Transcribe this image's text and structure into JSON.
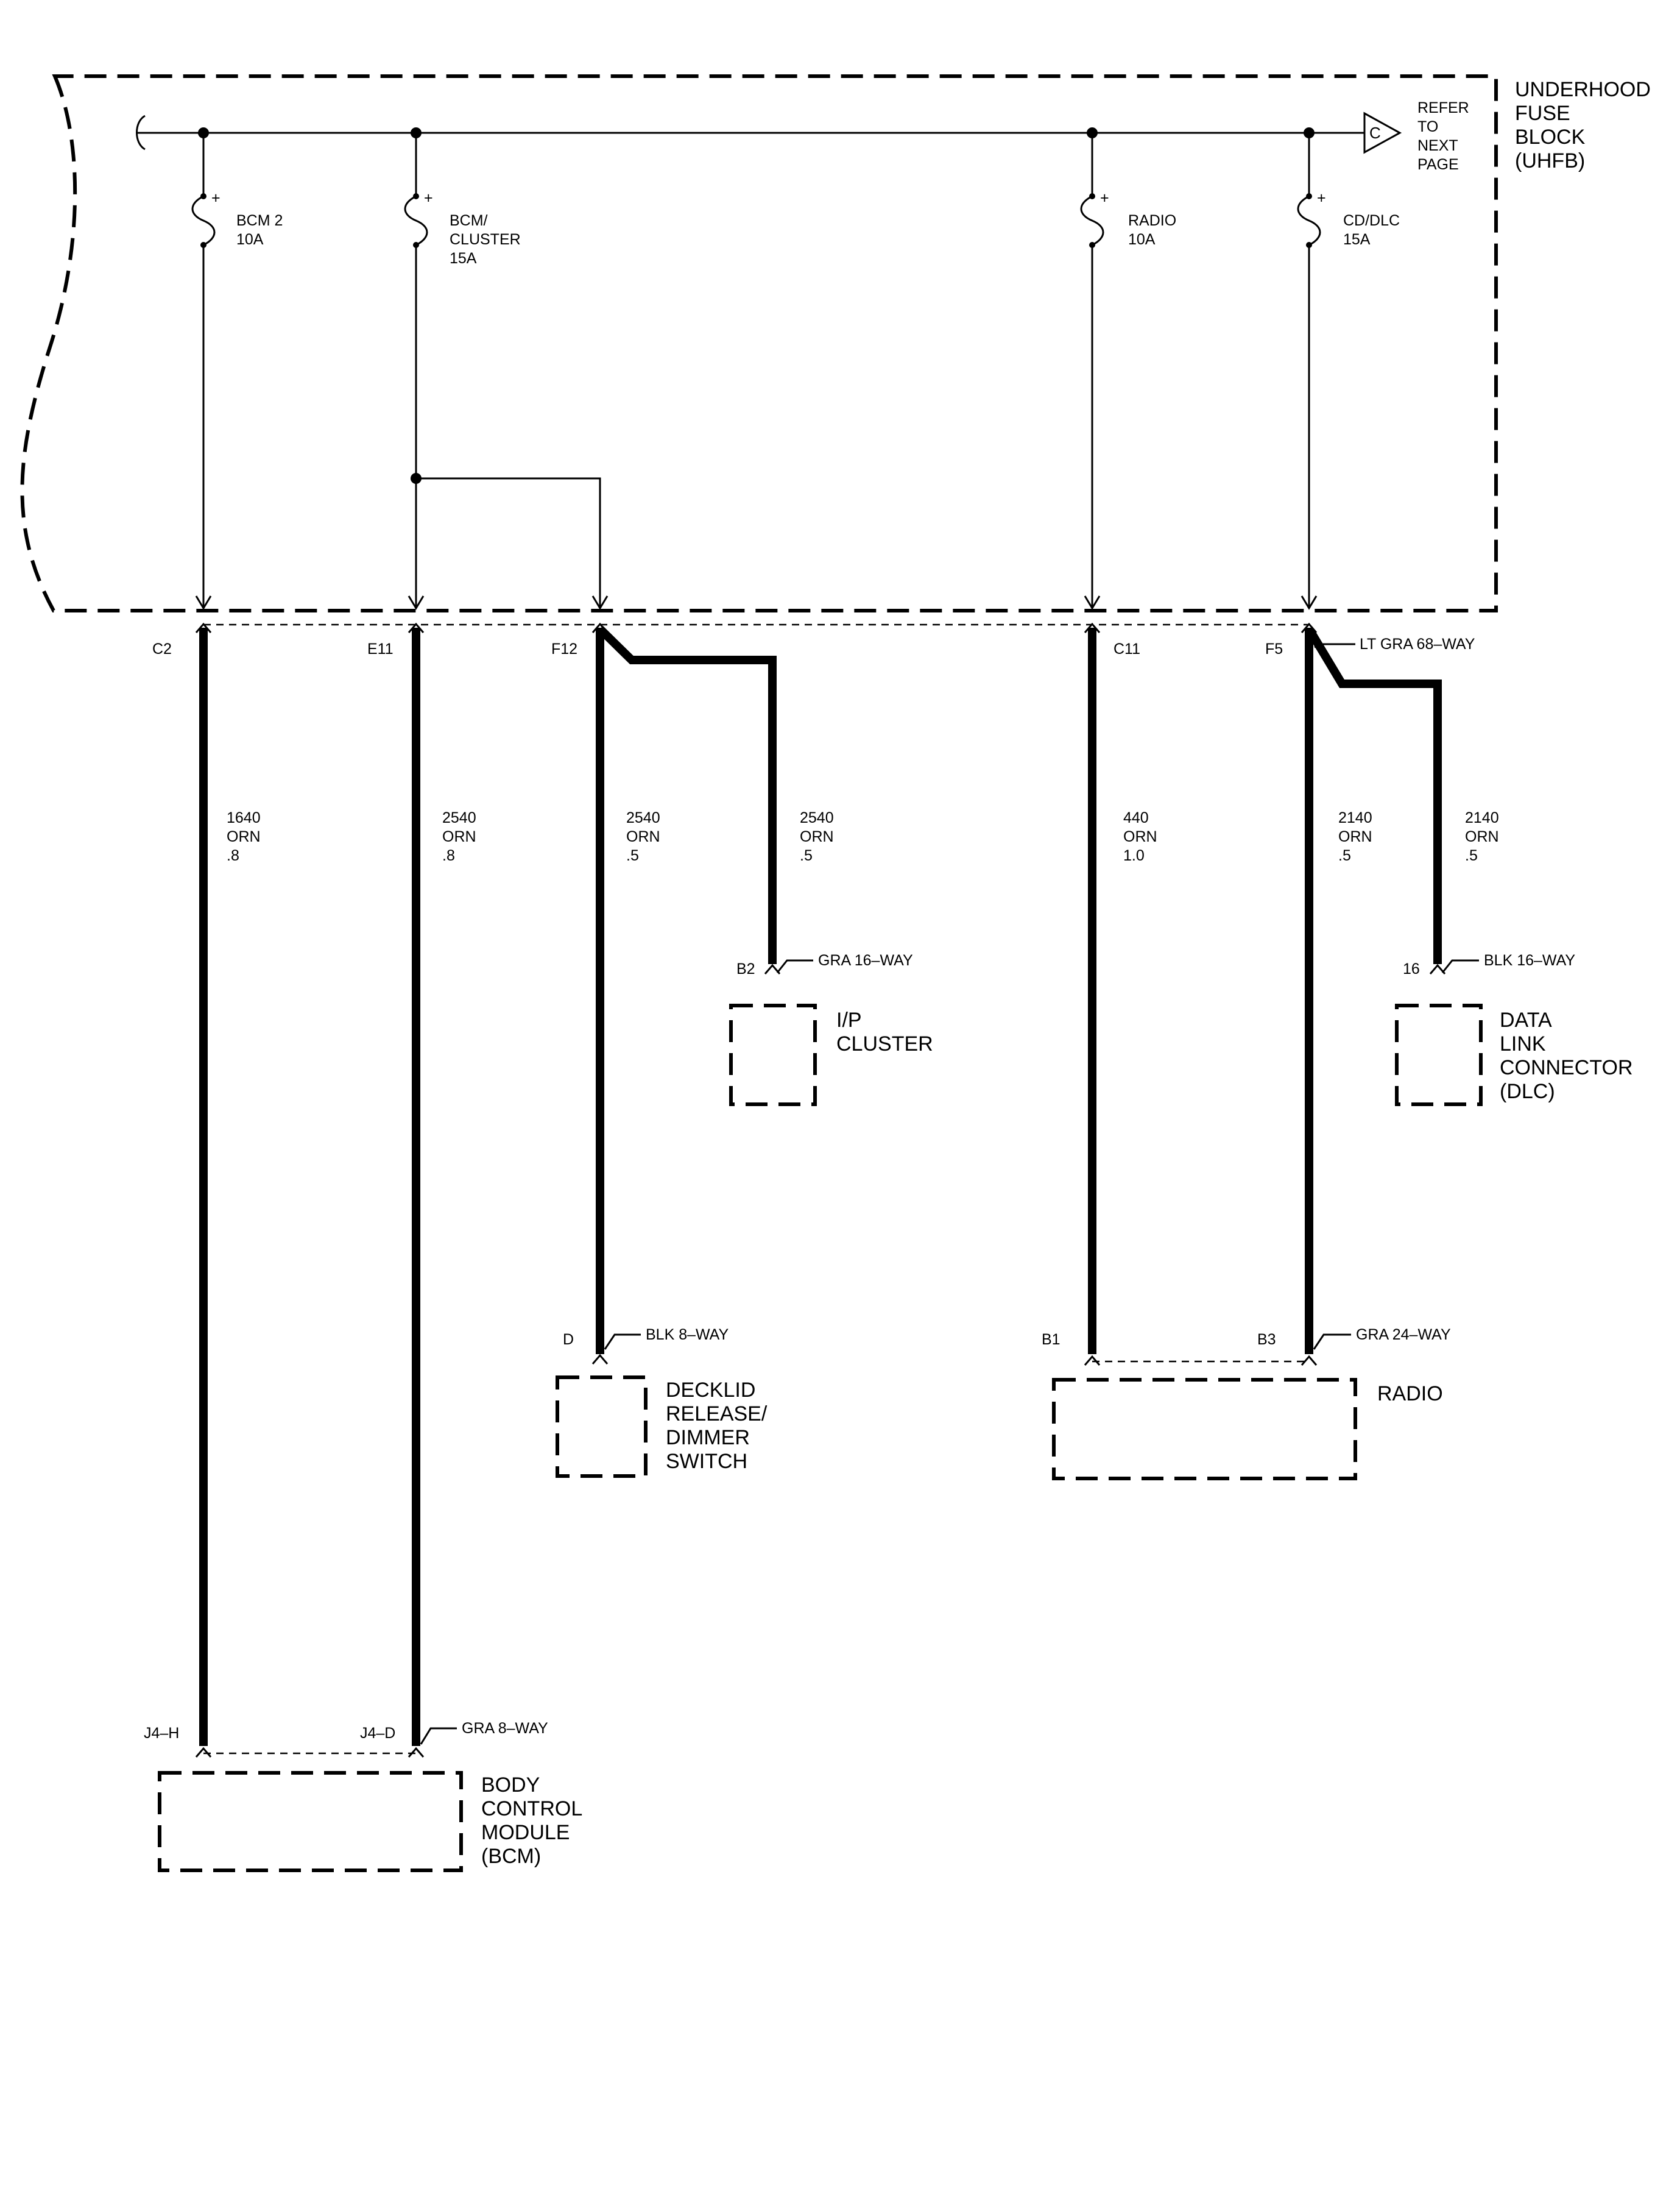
{
  "fuse_block": {
    "name_lines": [
      "UNDERHOOD",
      "FUSE",
      "BLOCK",
      "(UHFB)"
    ],
    "refer_letter": "C",
    "refer_lines": [
      "REFER",
      "TO",
      "NEXT",
      "PAGE"
    ]
  },
  "fuses": [
    {
      "id": "bcm2",
      "lines": [
        "BCM 2",
        "10A"
      ],
      "plus": "+"
    },
    {
      "id": "bcm-cluster",
      "lines": [
        "BCM/",
        "CLUSTER",
        "15A"
      ],
      "plus": "+"
    },
    {
      "id": "radio",
      "lines": [
        "RADIO",
        "10A"
      ],
      "plus": "+"
    },
    {
      "id": "cd-dlc",
      "lines": [
        "CD/DLC",
        "15A"
      ],
      "plus": "+"
    }
  ],
  "uhfb_connector": {
    "pins": [
      "C2",
      "E11",
      "F12",
      "C11",
      "F5"
    ],
    "type": "LT GRA 68–WAY"
  },
  "wires": [
    {
      "id": "w1640",
      "lines": [
        "1640",
        "ORN",
        ".8"
      ]
    },
    {
      "id": "w2540a",
      "lines": [
        "2540",
        "ORN",
        ".8"
      ]
    },
    {
      "id": "w2540b",
      "lines": [
        "2540",
        "ORN",
        ".5"
      ]
    },
    {
      "id": "w2540c",
      "lines": [
        "2540",
        "ORN",
        ".5"
      ]
    },
    {
      "id": "w440",
      "lines": [
        "440",
        "ORN",
        "1.0"
      ]
    },
    {
      "id": "w2140a",
      "lines": [
        "2140",
        "ORN",
        ".5"
      ]
    },
    {
      "id": "w2140b",
      "lines": [
        "2140",
        "ORN",
        ".5"
      ]
    }
  ],
  "components": {
    "ip_cluster": {
      "pin": "B2",
      "connector": "GRA 16–WAY",
      "lines": [
        "I/P",
        "CLUSTER"
      ]
    },
    "dlc": {
      "pin": "16",
      "connector": "BLK 16–WAY",
      "lines": [
        "DATA",
        "LINK",
        "CONNECTOR",
        "(DLC)"
      ]
    },
    "decklid": {
      "pin": "D",
      "connector": "BLK 8–WAY",
      "lines": [
        "DECKLID",
        "RELEASE/",
        "DIMMER",
        "SWITCH"
      ]
    },
    "radio": {
      "pins": [
        "B1",
        "B3"
      ],
      "connector": "GRA 24–WAY",
      "lines": [
        "RADIO"
      ]
    },
    "bcm": {
      "pins": [
        "J4–H",
        "J4–D"
      ],
      "connector": "GRA 8–WAY",
      "lines": [
        "BODY",
        "CONTROL",
        "MODULE",
        "(BCM)"
      ]
    }
  }
}
